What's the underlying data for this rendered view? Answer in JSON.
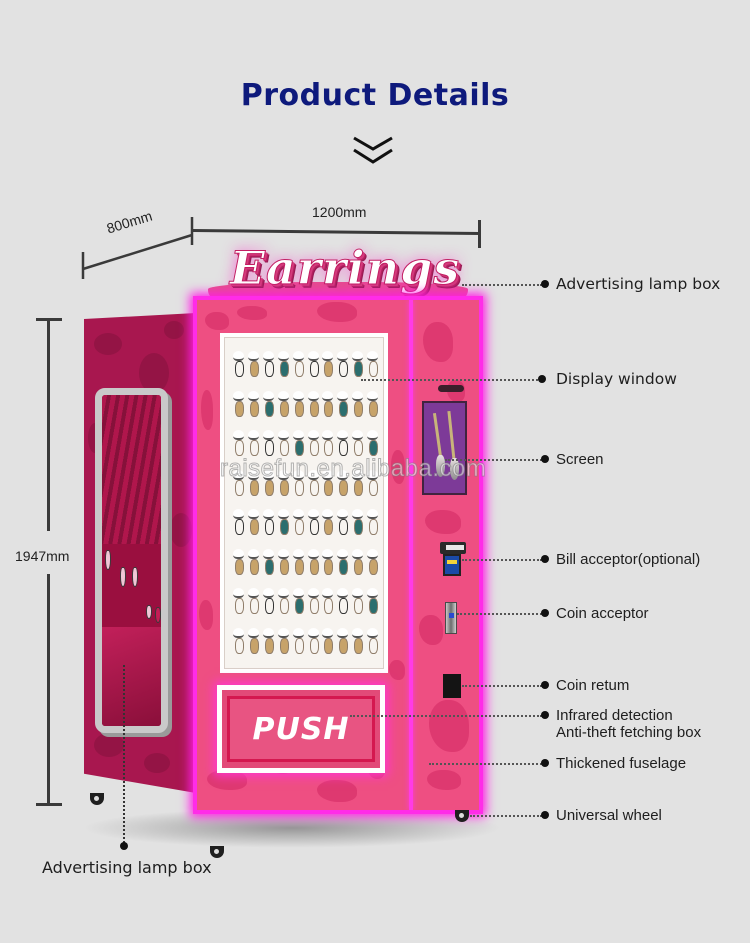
{
  "header": {
    "title": "Product Details",
    "chevron_icon": "double-chevron-down-icon"
  },
  "dimensions": {
    "depth": "800mm",
    "width": "1200mm",
    "height": "1947mm"
  },
  "machine": {
    "sign_text": "Earrings",
    "push_label": "PUSH",
    "watermark": "raisefun.en.alibaba.com",
    "display_rows": 8,
    "display_columns": 10,
    "colors": {
      "front_panel": "#ee4f82",
      "side_panel": "#a8174f",
      "neon_edge": "#ff2ce8",
      "background": "#e2e2e2",
      "title": "#0e1a7c"
    }
  },
  "callouts": [
    {
      "label": "Advertising lamp box"
    },
    {
      "label": "Display window"
    },
    {
      "label": "Screen"
    },
    {
      "label": "Bill acceptor(optional)"
    },
    {
      "label": "Coin acceptor"
    },
    {
      "label": "Coin retum"
    },
    {
      "label_line1": "Infrared detection",
      "label_line2": "Anti-theft fetching box"
    },
    {
      "label": "Thickened fuselage"
    },
    {
      "label": "Universal wheel"
    }
  ],
  "bottom_callout": {
    "label": "Advertising lamp box"
  }
}
